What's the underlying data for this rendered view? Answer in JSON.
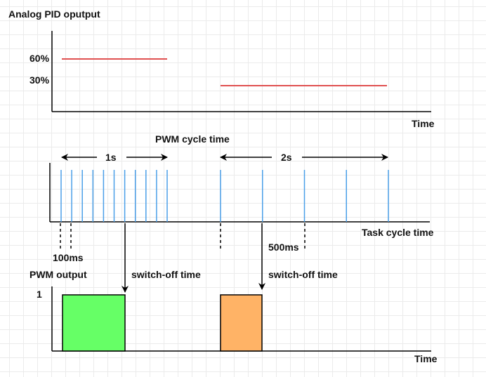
{
  "panel1": {
    "title": "Analog PID oputput",
    "level_high_label": "60%",
    "level_low_label": "30%",
    "time_label": "Time",
    "line_color": "#e05050"
  },
  "panel2": {
    "title": "PWM cycle time",
    "cycle1_label": "1s",
    "cycle2_label": "2s",
    "task_cycle_label": "Task cycle time",
    "step1_label": "100ms",
    "step2_label": "500ms",
    "tick_color": "#4a9fe8",
    "cycle1_ticks": 11,
    "cycle2_ticks": 5
  },
  "panel3": {
    "title": "PWM output",
    "level_label": "1",
    "switch_off_1": "switch-off time",
    "switch_off_2": "switch-off time",
    "time_label": "Time",
    "pulse1_color": "#66ff66",
    "pulse2_color": "#ffb366"
  }
}
